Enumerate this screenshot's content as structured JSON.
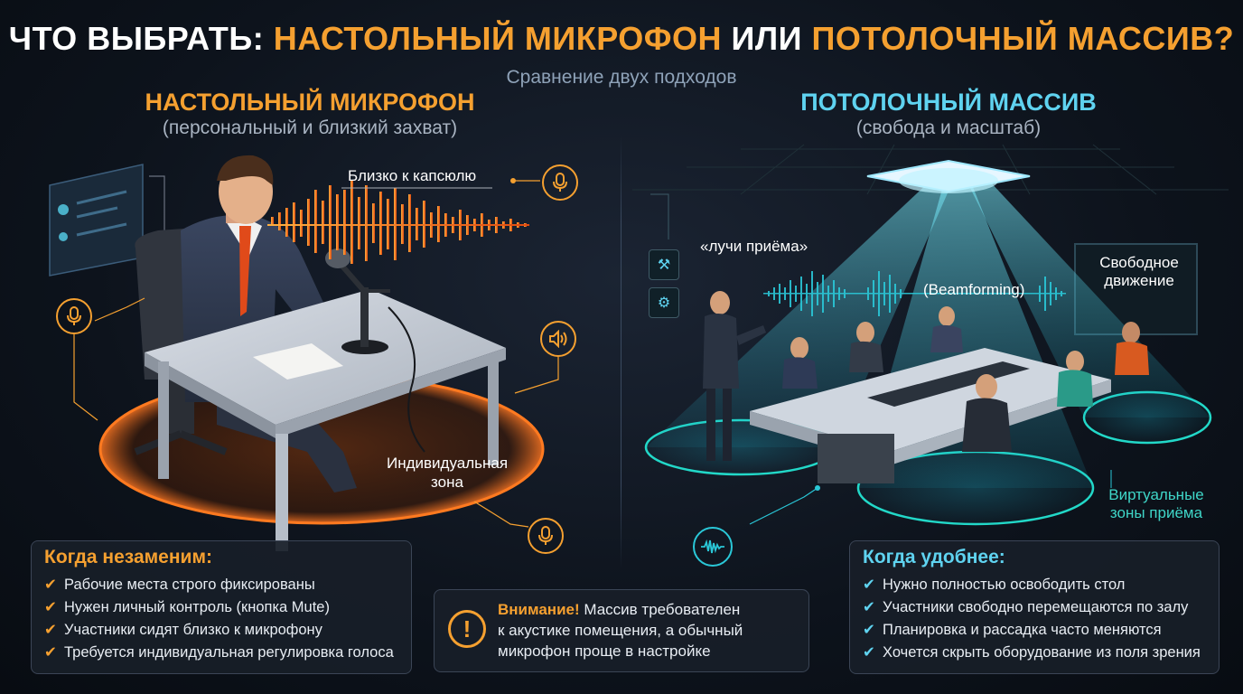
{
  "header": {
    "title_prefix": "ЧТО ВЫБРАТЬ: ",
    "title_option1": "НАСТОЛЬНЫЙ МИКРОФОН",
    "title_joiner": " ИЛИ ",
    "title_option2": "ПОТОЛОЧНЫЙ МАССИВ?",
    "subtitle": "Сравнение двух подходов"
  },
  "left": {
    "title": "НАСТОЛЬНЫЙ МИКРОФОН",
    "subtitle": "(персональный и близкий захват)",
    "label_capsule": "Близко к капсюлю",
    "label_zone_line1": "Индивидуальная",
    "label_zone_line2": "зона",
    "box": {
      "title": "Когда незаменим:",
      "items": [
        "Рабочие места строго фиксированы",
        "Нужен личный контроль (кнопка Mute)",
        "Участники сидят близко к микрофону",
        "Требуется индивидуальная регулировка голоса"
      ]
    }
  },
  "right": {
    "title": "ПОТОЛОЧНЫЙ МАССИВ",
    "subtitle": "(свобода и масштаб)",
    "label_beams": "«лучи приёма»",
    "label_beamforming": "(Beamforming)",
    "label_free_line1": "Свободное",
    "label_free_line2": "движение",
    "label_zones_line1": "Виртуальные",
    "label_zones_line2": "зоны приёма",
    "box": {
      "title": "Когда удобнее:",
      "items": [
        "Нужно полностью освободить стол",
        "Участники свободно перемещаются по залу",
        "Планировка и рассадка часто меняются",
        "Хочется скрыть оборудование из поля зрения"
      ]
    }
  },
  "warning": {
    "lead": "Внимание!",
    "line1": " Массив требователен",
    "line2": "к акустике помещения, а обычный",
    "line3": "микрофон проще в настройке"
  },
  "colors": {
    "accent_orange": "#f5a030",
    "accent_cyan": "#5fd3f0",
    "background": "#0d131c"
  },
  "icons": {
    "check": "check-icon",
    "mic": "microphone-icon",
    "speaker": "speaker-icon",
    "warning": "exclamation-icon"
  }
}
